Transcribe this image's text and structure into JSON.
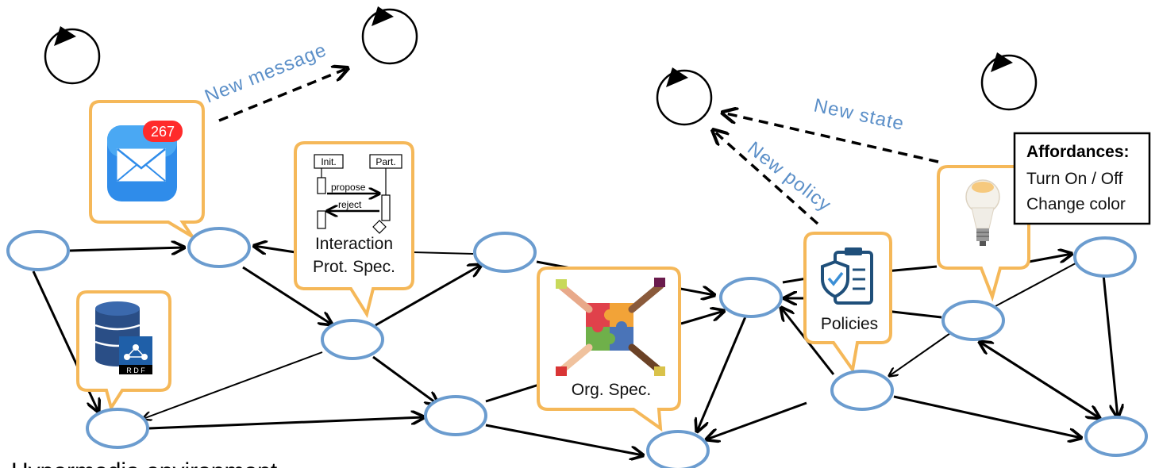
{
  "labels": {
    "new_message": "New message",
    "new_state": "New state",
    "new_policy": "New policy"
  },
  "mail_badge": "267",
  "protocol": {
    "init": "Init.",
    "part": "Part.",
    "propose": "propose",
    "reject": "reject",
    "line1": "Interaction",
    "line2": "Prot. Spec."
  },
  "rdf_label": "R D F",
  "org_spec": "Org. Spec.",
  "policies": "Policies",
  "affordances": {
    "title": "Affordances:",
    "line1": "Turn On / Off",
    "line2": "Change color"
  },
  "bottom_caption": "Hypermedia environment"
}
